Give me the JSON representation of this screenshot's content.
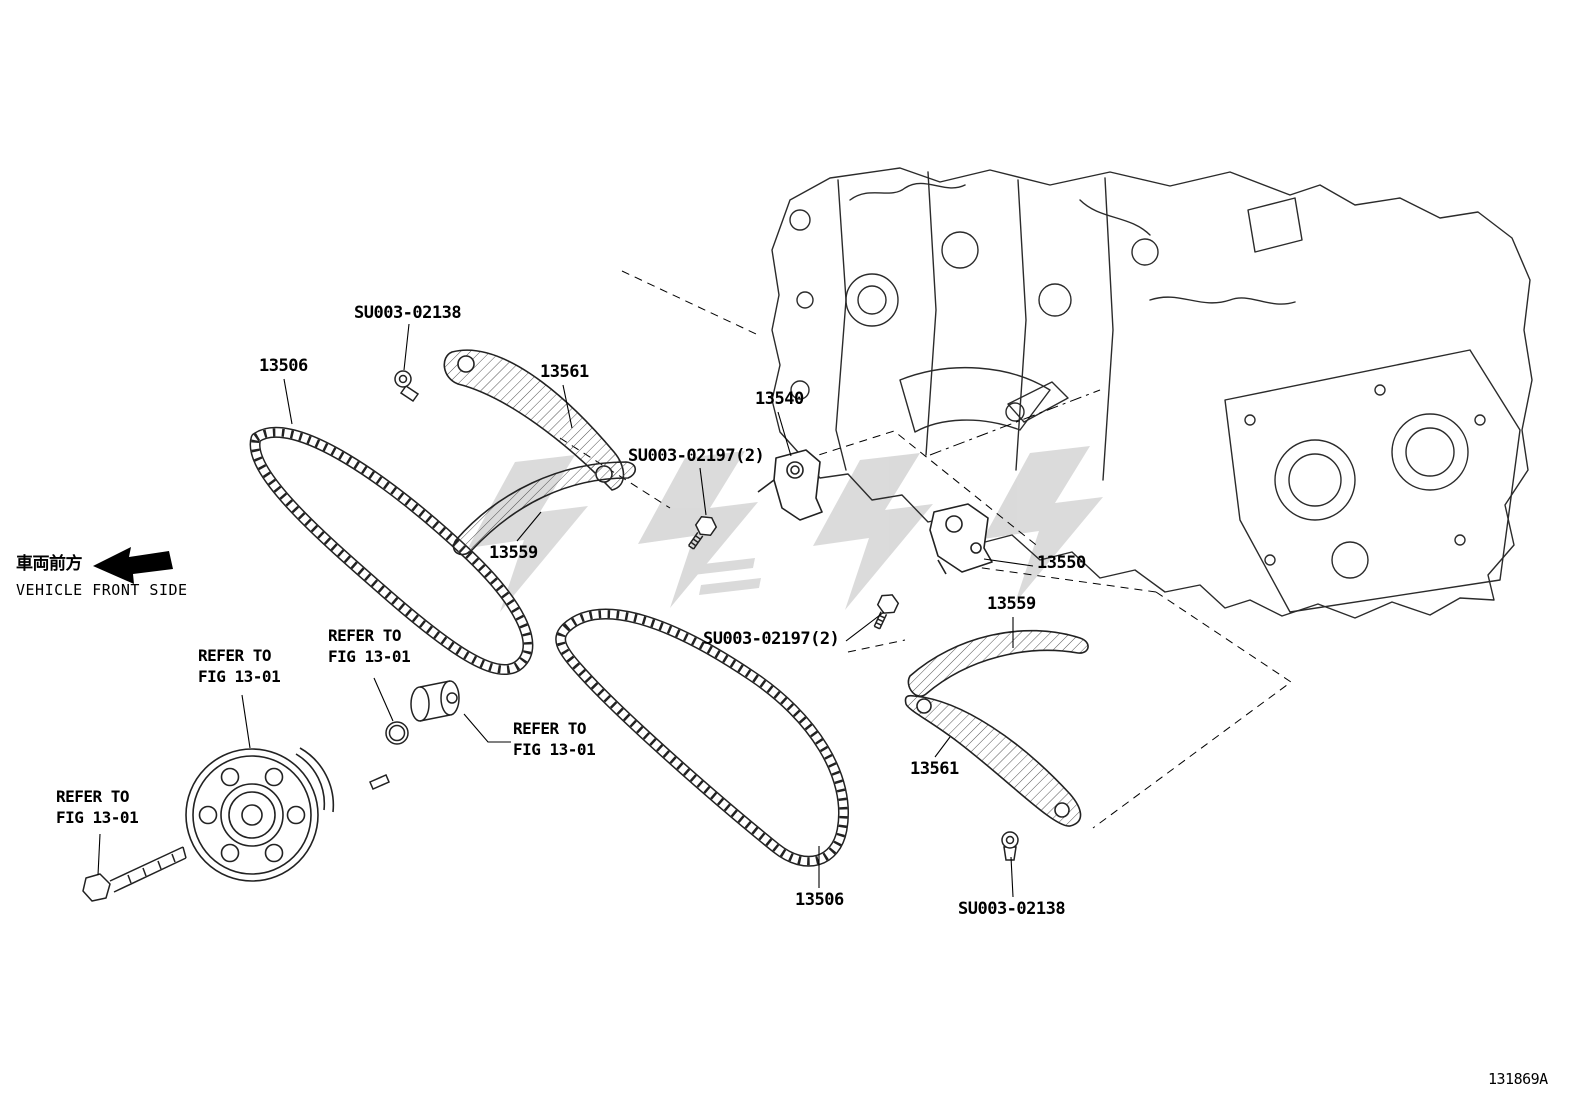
{
  "diagram": {
    "drawing_number": "131869A",
    "direction": {
      "jp": "車両前方",
      "en": "VEHICLE FRONT SIDE"
    },
    "labels": {
      "su003_02138_top": "SU003-02138",
      "part_13506_left": "13506",
      "part_13561_top": "13561",
      "part_13540": "13540",
      "su003_02197_top": "SU003-02197(2)",
      "part_13559_left": "13559",
      "part_13550": "13550",
      "part_13559_right": "13559",
      "su003_02197_bottom": "SU003-02197(2)",
      "part_13561_bottom": "13561",
      "part_13506_bottom": "13506",
      "su003_02138_bottom": "SU003-02138",
      "refer_center": "REFER TO\nFIG 13-01",
      "refer_left": "REFER TO\nFIG 13-01",
      "refer_mid": "REFER TO\nFIG 13-01",
      "refer_bottom_left": "REFER TO\nFIG 13-01"
    }
  }
}
